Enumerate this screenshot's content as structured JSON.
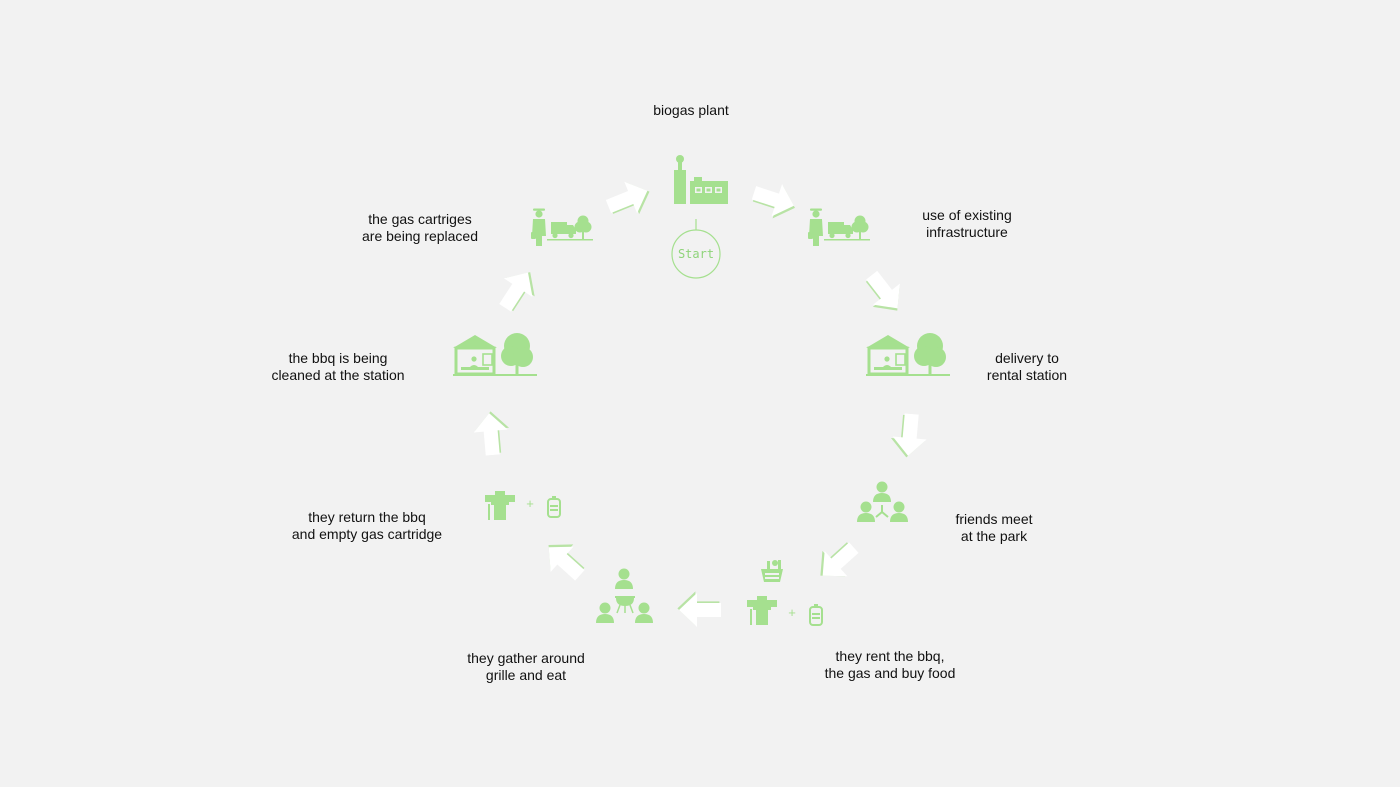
{
  "steps": {
    "biogas_plant": {
      "line1": "biogas plant"
    },
    "existing_infrastructure": {
      "line1": "use of existing",
      "line2": "infrastructure"
    },
    "delivery_rental": {
      "line1": "delivery to",
      "line2": "rental station"
    },
    "friends_meet": {
      "line1": "friends meet",
      "line2": "at the park"
    },
    "rent_bbq": {
      "line1": "they rent the bbq,",
      "line2": "the gas and buy food"
    },
    "gather_eat": {
      "line1": "they gather around",
      "line2": "grille and eat"
    },
    "return_bbq": {
      "line1": "they return the bbq",
      "line2": "and empty gas cartridge"
    },
    "bbq_cleaned": {
      "line1": "the bbq is being",
      "line2": "cleaned at the station"
    },
    "cartridges_replaced": {
      "line1": "the gas cartriges",
      "line2": "are being replaced"
    }
  },
  "start": {
    "label": "Start"
  },
  "plus_sign": "+",
  "colors": {
    "icon": "#a5e08f",
    "arrow_fill": "#ffffff",
    "arrow_shadow": "#b8e3a5",
    "background": "#f2f2f2"
  }
}
